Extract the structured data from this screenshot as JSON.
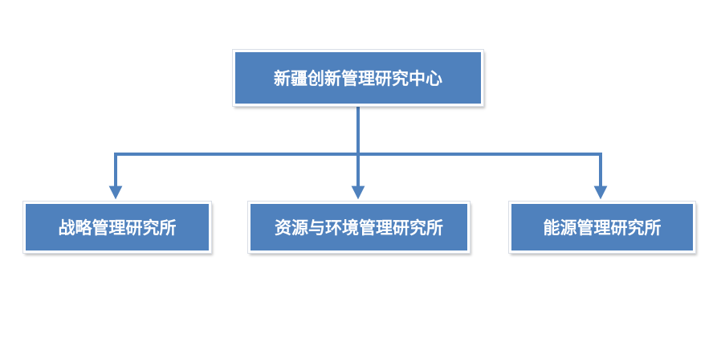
{
  "diagram": {
    "root": {
      "label": "新疆创新管理研究中心"
    },
    "children": [
      {
        "label": "战略管理研究所"
      },
      {
        "label": "资源与环境管理研究所"
      },
      {
        "label": "能源管理研究所"
      }
    ]
  },
  "colors": {
    "node_fill": "#4f81bd",
    "connector": "#4f81bd",
    "text": "#ffffff"
  }
}
